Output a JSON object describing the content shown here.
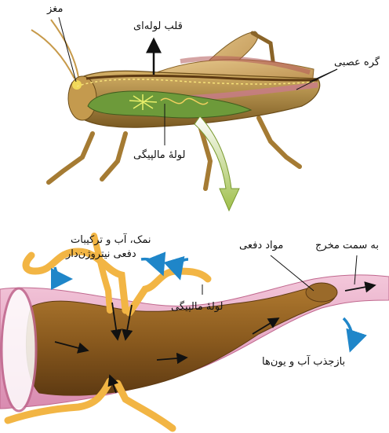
{
  "figure": {
    "top": {
      "labels": {
        "brain": "مغز",
        "tubular_heart": "قلب لوله‌ای",
        "nerve_ganglion": "گره عصبی",
        "malpighian_tube": "لولهٔ مالپیگی"
      }
    },
    "bottom": {
      "labels": {
        "salt_water_line1": "نمک، آب و ترکیبات",
        "salt_water_line2": "دفعی نیتروژن‌دار",
        "toward_exit": "به سمت مخرج",
        "excretory_material": "مواد دفعی",
        "malpighian_tube": "لولهٔ مالپیگی",
        "reabsorption": "بازجذب آب و یون‌ها"
      }
    }
  },
  "colors": {
    "arrow_blue": "#1f86c9",
    "tubule_yellow": "#f2b544",
    "gut_pink": "#e6a7c2",
    "gut_brown": "#8a5a1e",
    "insect_body": "#b48a3a",
    "gut_green": "#6d9a3a"
  }
}
